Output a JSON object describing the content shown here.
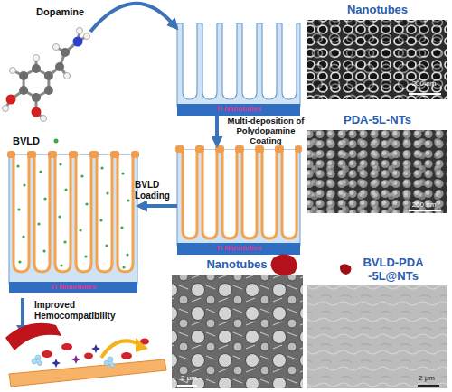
{
  "diagram": {
    "nodes": [
      {
        "text": [
          "Dopamine"
        ]
      },
      {
        "text": [
          "Ti Nanotubes"
        ]
      },
      {
        "text": [
          "Nanotubes",
          "200 nm"
        ]
      },
      {
        "text": [
          "PDA-5L-NTs",
          "200 nm"
        ]
      },
      {
        "text": [
          "Ti Nanotubes"
        ]
      },
      {
        "text": [
          "Ti Nanotubes"
        ]
      },
      {
        "text": [
          "Nanotubes",
          "2 μm"
        ]
      },
      {
        "text": [
          "BVLD-PDA -5L@NTs",
          "2 μm"
        ]
      }
    ],
    "edges": [
      {
        "from": 0,
        "to": 1,
        "arrow": "to"
      },
      {
        "from": 1,
        "to": 4,
        "label": "Multi-deposition of Polydopamine Coating",
        "arrow": "to"
      },
      {
        "from": 4,
        "to": 5,
        "label": "BVLD Loading",
        "arrow": "to"
      }
    ],
    "labels": [
      "BVLD",
      "Improved Hemocompatibility"
    ]
  }
}
